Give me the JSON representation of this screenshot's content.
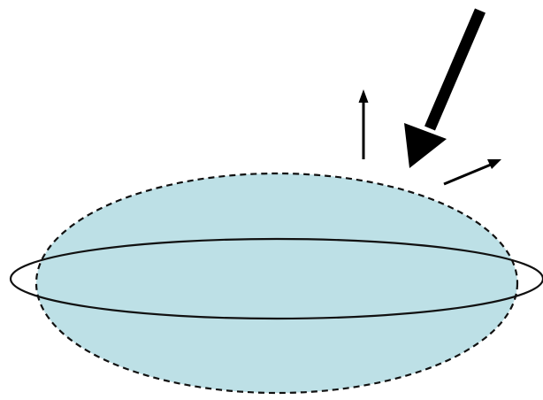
{
  "colors": {
    "background": "#ffffff",
    "ellipsoid_fill": "#bde0e6",
    "outline": "#111111",
    "arrow": "#000000"
  },
  "shapes": {
    "outer_boundary": "dashed",
    "inner_disk": "solid"
  },
  "arrows": [
    {
      "name": "incoming-arrow",
      "weight": "thick"
    },
    {
      "name": "upward-arrow",
      "weight": "thin"
    },
    {
      "name": "outgoing-arrow",
      "weight": "thin"
    }
  ]
}
